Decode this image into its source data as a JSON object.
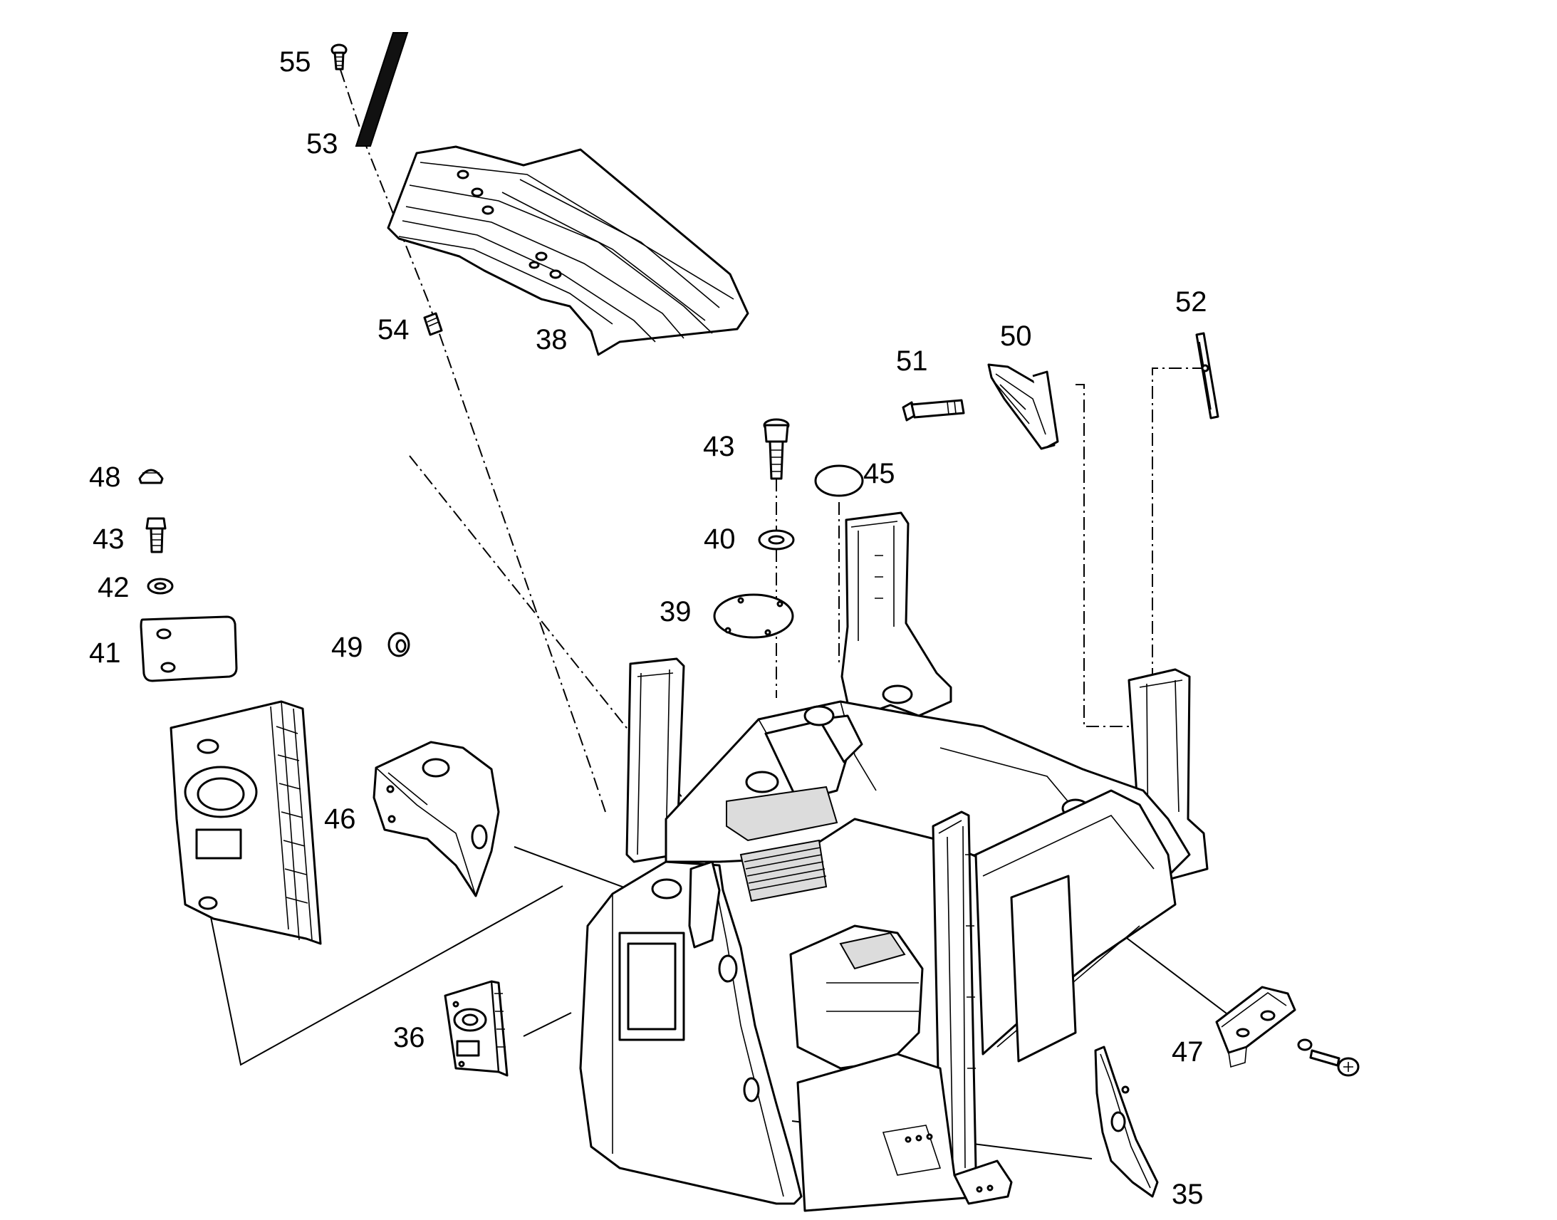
{
  "diagram": {
    "callouts": [
      {
        "id": "c55",
        "label": "55"
      },
      {
        "id": "c53",
        "label": "53"
      },
      {
        "id": "c54",
        "label": "54"
      },
      {
        "id": "c38",
        "label": "38"
      },
      {
        "id": "c52",
        "label": "52"
      },
      {
        "id": "c50",
        "label": "50"
      },
      {
        "id": "c51",
        "label": "51"
      },
      {
        "id": "c43a",
        "label": "43"
      },
      {
        "id": "c45",
        "label": "45"
      },
      {
        "id": "c48",
        "label": "48"
      },
      {
        "id": "c43b",
        "label": "43"
      },
      {
        "id": "c42",
        "label": "42"
      },
      {
        "id": "c41",
        "label": "41"
      },
      {
        "id": "c40",
        "label": "40"
      },
      {
        "id": "c39",
        "label": "39"
      },
      {
        "id": "c49",
        "label": "49"
      },
      {
        "id": "c46",
        "label": "46"
      },
      {
        "id": "c36",
        "label": "36"
      },
      {
        "id": "c47",
        "label": "47"
      },
      {
        "id": "c35",
        "label": "35"
      }
    ]
  }
}
